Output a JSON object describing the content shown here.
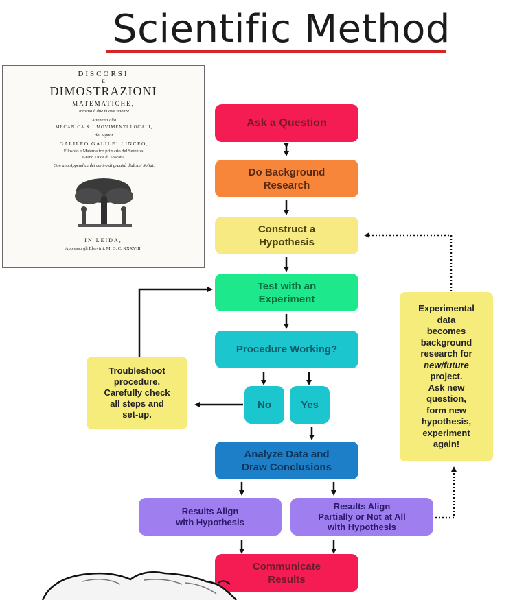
{
  "title": "Scientific Method",
  "book": {
    "line1": "DISCORSI",
    "line2": "E",
    "line3": "DIMOSTRAZIONI",
    "line4": "MATEMATICHE,",
    "line5": "intorno à due nuoue scienze",
    "line6": "Attenenti alla",
    "line7": "MECANICA & I MOVIMENTI LOCALI,",
    "line8": "del Signor",
    "line9": "GALILEO GALILEI LINCEO,",
    "line10": "Filosofo e Matematico primario del Sereniss.",
    "line11": "Grand Duca di Toscana.",
    "line12": "Con una Appendice del centro di grauità d'alcuni Solidi.",
    "imprint1": "IN LEIDA,",
    "imprint2": "Appresso gli Elsevirii. M. D. C. XXXVIII."
  },
  "steps": {
    "ask": "Ask a Question",
    "background_1": "Do Background",
    "background_2": "Research",
    "hypothesis_1": "Construct a",
    "hypothesis_2": "Hypothesis",
    "experiment_1": "Test with an",
    "experiment_2": "Experiment",
    "procedure": "Procedure Working?",
    "no": "No",
    "yes": "Yes",
    "analyze_1": "Analyze Data and",
    "analyze_2": "Draw Conclusions",
    "align_1": "Results Align",
    "align_2": "with Hypothesis",
    "partial_1": "Results Align",
    "partial_2": "Partially or Not at All",
    "partial_3": "with Hypothesis",
    "communicate_1": "Communicate",
    "communicate_2": "Results"
  },
  "notes": {
    "troubleshoot": [
      "Troubleshoot",
      "procedure.",
      "Carefully check",
      "all steps and",
      "set-up."
    ],
    "future": [
      "Experimental",
      "data",
      "becomes",
      "background",
      "research for",
      "new/future",
      "project.",
      "Ask new",
      "question,",
      "form new",
      "hypothesis,",
      "experiment",
      "again!"
    ]
  },
  "colors": {
    "ask": "#f51c54",
    "background": "#f8863a",
    "hypothesis": "#f7ea82",
    "experiment": "#1de98c",
    "procedure": "#1bc6cf",
    "yes_no": "#1bc6cf",
    "analyze": "#1e7fc9",
    "results": "#9f7ff0",
    "communicate": "#f51c54",
    "note": "#f6ec7c"
  }
}
